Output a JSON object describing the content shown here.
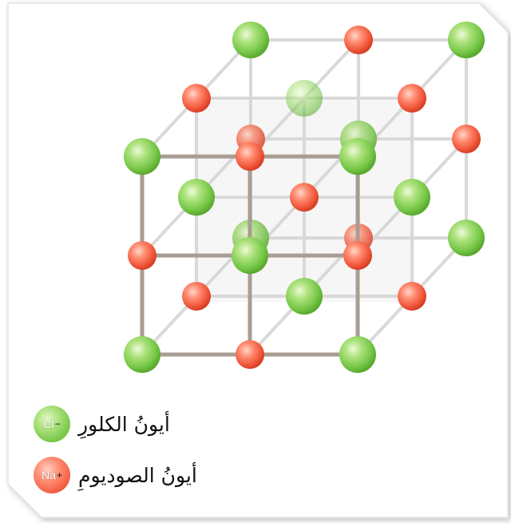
{
  "colors": {
    "chlorine": "#7fcf4f",
    "sodium": "#f46a4d",
    "front_bond": "#a99d93",
    "back_bond": "#d9d9d9"
  },
  "legend": {
    "chlorine": {
      "symbol": "Cl",
      "charge": "−",
      "label": "أيونُ الكلورِ"
    },
    "sodium": {
      "symbol": "Na",
      "charge": "+",
      "label": "أيونُ الصوديومِ"
    }
  }
}
